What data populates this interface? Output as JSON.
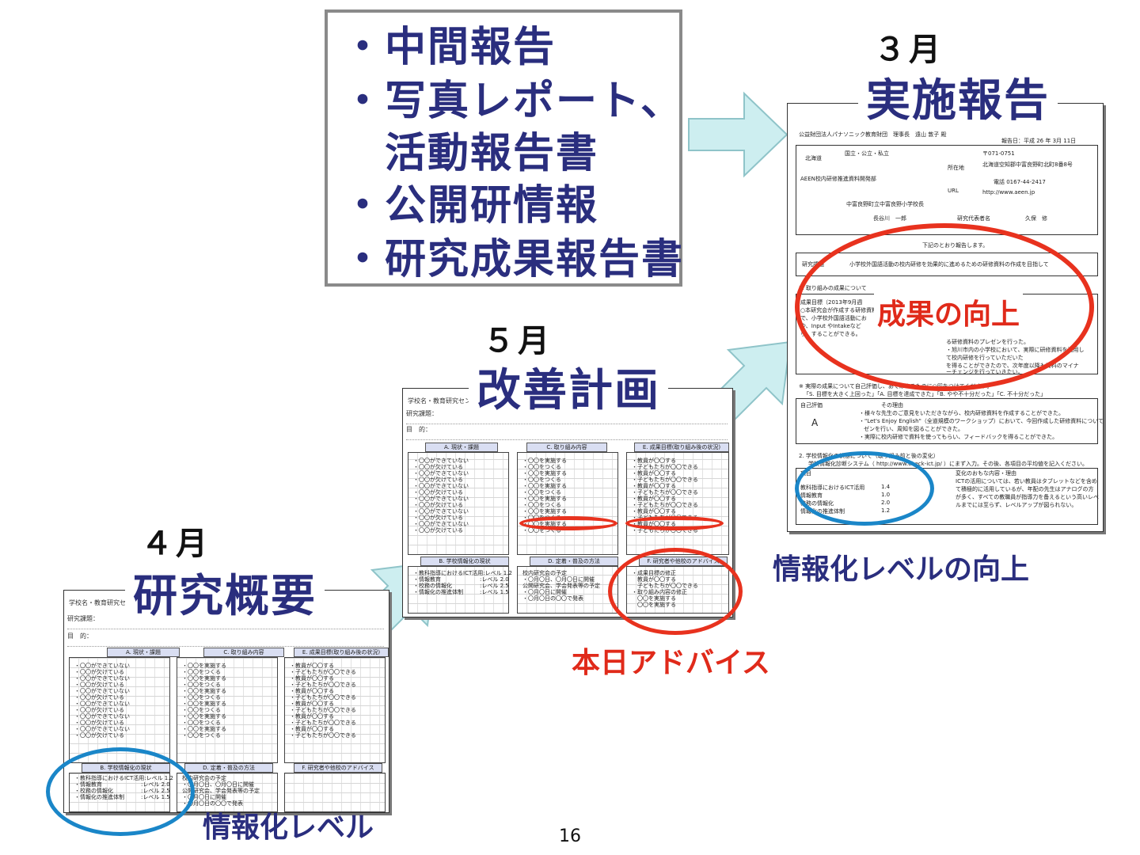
{
  "list_box": {
    "items": [
      "・中間報告",
      "・写真レポート、",
      "　活動報告書",
      "・公開研情報",
      "・研究成果報告書"
    ]
  },
  "march": {
    "month": "３月",
    "title": "実施報告"
  },
  "may": {
    "month": "５月",
    "title": "改善計画"
  },
  "april": {
    "month": "４月",
    "title": "研究概要"
  },
  "captions": {
    "seika": "成果の向上",
    "joho_level_up": "情報化レベルの向上",
    "advice": "本日アドバイス",
    "joho_level": "情報化レベル"
  },
  "page_number": "16",
  "template_doc": {
    "header": "学校名・教育研究センター名:",
    "kadai": "研究課題：",
    "mokuteki": "目　的：",
    "sec_a": "A. 現状・課題",
    "sec_c": "C. 取り組み内容",
    "sec_e": "E. 成果目標(取り組み後の状況)",
    "sec_b": "B. 学校情報化の現状",
    "sec_d": "D. 定着・普及の方法",
    "sec_f": "F. 研究者や他校のアドバイス",
    "a_lines": "・〇〇ができていない\n・〇〇が欠けている\n・〇〇ができていない\n・〇〇が欠けている\n・〇〇ができていない\n・〇〇が欠けている\n・〇〇ができていない\n・〇〇が欠けている\n・〇〇ができていない\n・〇〇が欠けている\n・〇〇ができていない\n・〇〇が欠けている",
    "c_lines": "・〇〇を実施する\n・〇〇をつくる\n・〇〇を実施する\n・〇〇をつくる\n・〇〇を実施する\n・〇〇をつくる\n・〇〇を実施する\n・〇〇をつくる\n・〇〇を実施する\n・〇〇をつくる\n・〇〇を実施する\n・〇〇をつくる",
    "e_lines": "・教員が〇〇する\n・子どもたちが〇〇できる\n・教員が〇〇する\n・子どもたちが〇〇できる\n・教員が〇〇する\n・子どもたちが〇〇できる\n・教員が〇〇する\n・子どもたちが〇〇できる\n・教員が〇〇する\n・子どもたちが〇〇できる\n・教員が〇〇する\n・子どもたちが〇〇できる",
    "b_lines": "・教科指導におけるICT活用:レベル 1.2\n・情報教育　　　　　　　:レベル 2.0\n・校務の情報化　　　　　:レベル 2.5\n・情報化の推進体制　　　:レベル 1.5",
    "d_lines": "校内研究会の予定\n・〇月〇日、〇月〇日に開催\n公開研究会、学会発表等の予定\n・〇月〇日に開催\n・〇月〇日の〇〇で発表",
    "f_lines": "・成果目標の修正\n　教員が〇〇する\n　子どもたちが〇〇できる\n・取り組み内容の修正\n　〇〇を実施する\n　〇〇を実施する"
  },
  "report_doc": {
    "to": "公益財団法人パナソニック教育財団　理事長　遠山 敦子 殿",
    "date": "報告日：平成 26 年 3月 11日",
    "pref": "北海道",
    "type": "国立・公立・私立",
    "group": "AEEN校内研修推進資料開発部",
    "address_label": "所在地",
    "zip": "〒071-0751",
    "address": "北海道空知郡中富良野町北町8番8号",
    "tel": "電話 0167-44-2417",
    "url_label": "URL",
    "url": "http://www.aeen.jp",
    "school": "中富良野町立中富良野小学校長",
    "leader": "長谷川　一郎",
    "writer_label": "研究代表者名",
    "writer": "久保　修",
    "intro": "下記のとおり報告します。",
    "theme_label": "研究課題",
    "theme": "小学校外国語活動の校内研修を効果的に進めるための研修資料の作成を目指して",
    "s1": "1. 取り組みの成果について",
    "goal": "成果目標（2013年9月週",
    "l1": "○本研究会が作成する研修資料",
    "l2": "で、小学校外国語活動にお",
    "l3": "や、Input やIntakeなど",
    "l4": "り、することができる。",
    "l5": "る研修資料のプレゼンを行った。",
    "l6": "・旭川市内の小学校において、実際に研修資料を活用し",
    "l7": "て校内研修を行っていただいた",
    "l8": "を得ることができたので、次年度以降も資料のマイナ",
    "l9": "ーチェンジを行っていきたい。",
    "s2": "※ 実際の成果について自己評価し、あてはまるものに○印をつけてください。",
    "s2b": "「S. 目標を大きく上回った」「A. 目標を達成できた」「B. やや不十分だった」「C. 不十分だった」",
    "self_eval": "自己評価",
    "reason": "その理由",
    "grade": "A",
    "r1": "・様々な先生のご意見をいただきながら、校内研修資料を作成することができた。",
    "r2": "・\"Let's Enjoy English\"（全道規模のワークショップ）において、今回作成した研修資料についてプレ",
    "r3": "ゼンを行い、周知を図ることができた。",
    "r4": "・実際に校内研修で資料を使ってもらい、フィードバックを得ることができた。",
    "s3": "2. 学校情報化の状態について（取り組み前と後の変化）",
    "s3b": "学校情報化診断システム（ http://www.check-ict.jp/ ）にまず入力。その後、各項目の平均値を記入ください。",
    "item_label": "項目",
    "change_label": "変化のおもな内容・理由",
    "t1": "教科指導におけるICT活用",
    "t2": "情報教育",
    "t3": "校務の情報化",
    "t4": "情報化の推進体制",
    "v1": "1.4",
    "v2": "1.0",
    "v3": "2.0",
    "v4": "1.2",
    "c1": "ICTの活用については、若い教員はタブレットなどを含め",
    "c2": "て積極的に活用しているが、年配の先生はアナログの方",
    "c3": "が多く、すべての教職員が指導力を备えるという高いレベ",
    "c4": "ルまでには至らず、レベルアップが図られない。"
  }
}
